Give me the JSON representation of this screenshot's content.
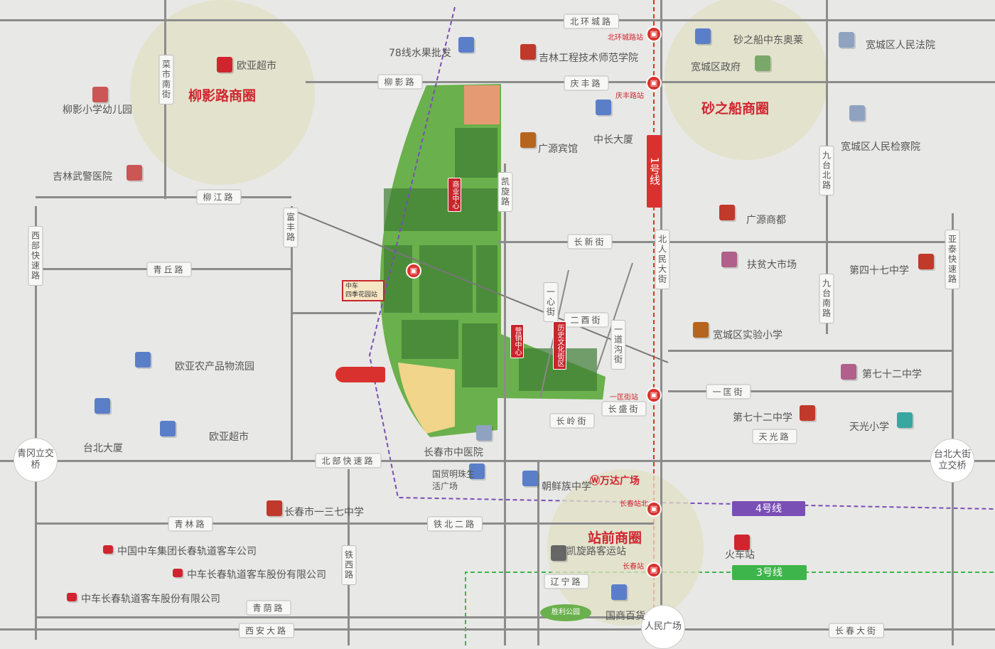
{
  "roads": [
    "北环城路",
    "柳影路",
    "庆丰路",
    "菜市南街",
    "柳江路",
    "富丰路",
    "凯旋路",
    "长新街",
    "西部快速路",
    "青丘路",
    "北人民大街",
    "九台北路",
    "九台南路",
    "亚泰快速路",
    "一心街",
    "二酉街",
    "一道沟街",
    "长盛街",
    "长岭街",
    "一匡街",
    "天光路",
    "北部快速路",
    "青林路",
    "铁北二路",
    "铁西路",
    "辽宁路",
    "青荫路",
    "西安大路",
    "长春大街"
  ],
  "bridges": [
    "青冈立交桥",
    "台北大街立交桥",
    "人民广场"
  ],
  "districts": [
    "柳影路商圈",
    "砂之船商圈",
    "站前商圈"
  ],
  "pois": [
    "欧亚超市",
    "柳影小学幼儿园",
    "吉林武警医院",
    "78线水果批发",
    "吉林工程技术师范学院",
    "广源宾馆",
    "中长大厦",
    "砂之船中东奥莱",
    "宽城区政府",
    "宽城区人民法院",
    "宽城区人民检察院",
    "广源商都",
    "扶贫大市场",
    "第四十七中学",
    "宽城区实验小学",
    "第七十二中学",
    "第七十二中学",
    "天光小学",
    "欧亚农产品物流园",
    "台北大厦",
    "欧亚超市",
    "长春市中医院",
    "国贸明珠生活广场",
    "朝鲜族中学",
    "长春市一三七中学",
    "中国中车集团长春轨道客车公司",
    "中车长春轨道客车股份有限公司",
    "中车长春轨道客车股份有限公司",
    "凯旋路客运站",
    "火车站",
    "国商百货"
  ],
  "park": {
    "tags": [
      "商业中心",
      "营销中心",
      "历史文化街区"
    ],
    "station_box": [
      "中车",
      "四季花园站"
    ],
    "garden": "胜利公园"
  },
  "stations": [
    "北环城路站",
    "庆丰路站",
    "一匡街站",
    "长春站北",
    "长春站"
  ],
  "metro": {
    "line1": "1号线",
    "line4": "4号线",
    "line3": "3号线"
  },
  "logo": {
    "wanda": "万达广场"
  },
  "colors": {
    "metro1": "#d9322e",
    "metro4": "#7a4fb5",
    "metro3": "#3db54a",
    "park": "#6ab04c",
    "district": "#d0252e"
  }
}
